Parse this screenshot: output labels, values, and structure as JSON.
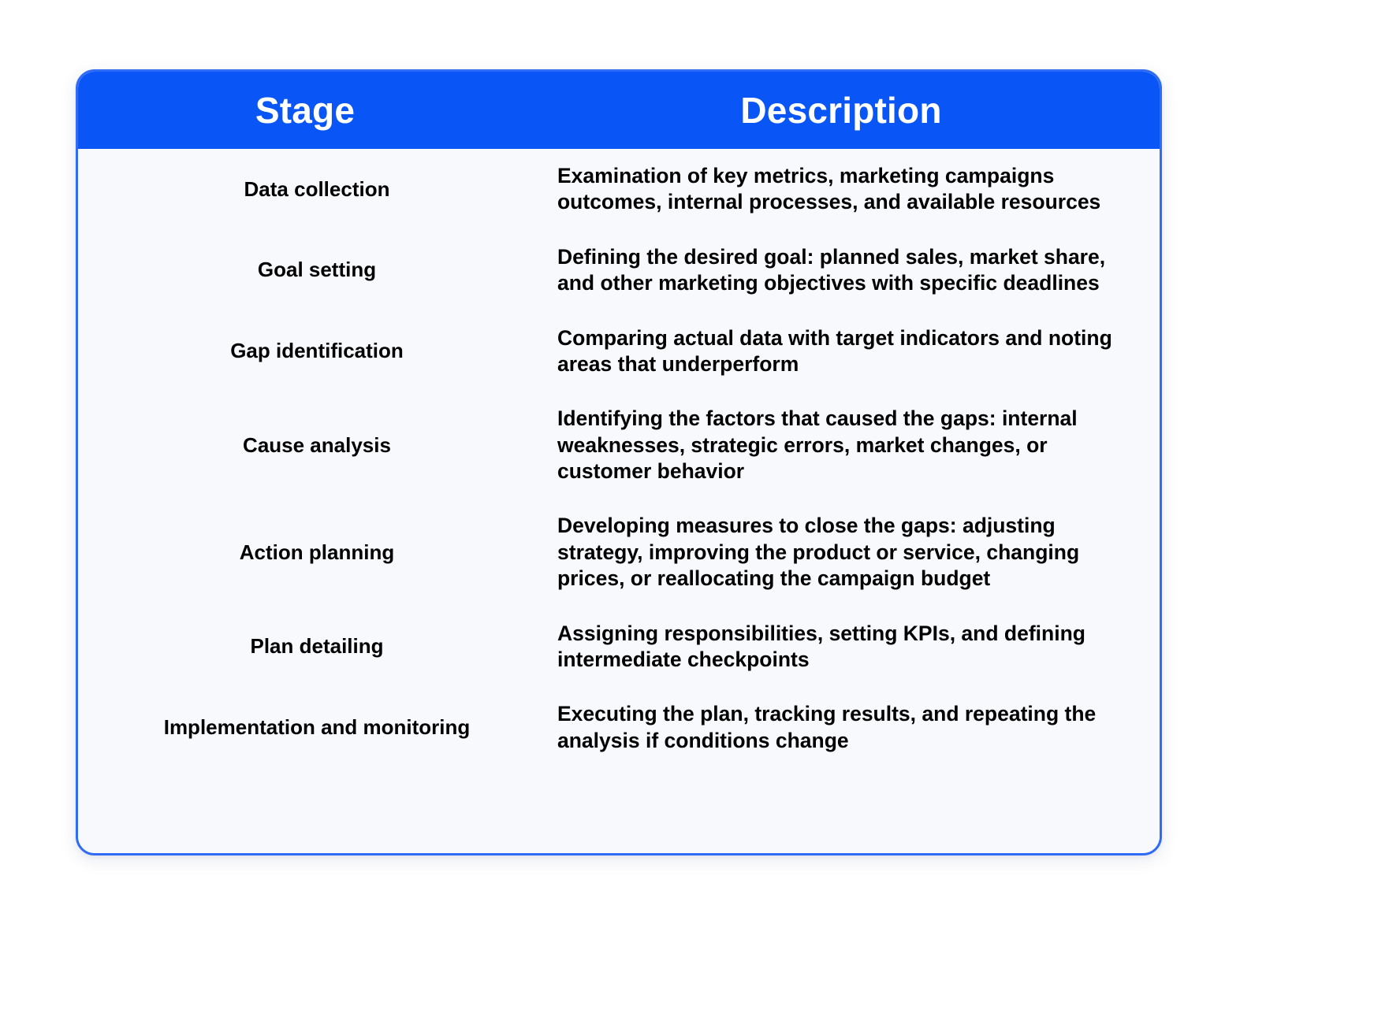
{
  "table": {
    "columns": [
      {
        "key": "stage",
        "label": "Stage"
      },
      {
        "key": "description",
        "label": "Description"
      }
    ],
    "header_bg": "#0a55f5",
    "header_text_color": "#ffffff",
    "body_bg": "#f7f9fd",
    "border_color": "#2f6bf5",
    "text_color": "#000000",
    "rows": [
      {
        "stage": "Data collection",
        "description": "Examination of key metrics, marketing campaigns outcomes, internal processes, and available resources"
      },
      {
        "stage": "Goal setting",
        "description": "Defining the desired goal: planned sales, market share, and other marketing objectives with specific deadlines"
      },
      {
        "stage": "Gap identification",
        "description": "Comparing actual data with target indicators and noting areas that underperform"
      },
      {
        "stage": "Cause analysis",
        "description": "Identifying the factors that caused the gaps: internal weaknesses, strategic errors, market changes, or customer behavior"
      },
      {
        "stage": "Action planning",
        "description": "Developing measures to close the gaps: adjusting strategy, improving the product or service, changing prices, or reallocating the campaign budget"
      },
      {
        "stage": "Plan detailing",
        "description": "Assigning responsibilities, setting KPIs, and defining intermediate checkpoints"
      },
      {
        "stage": "Implementation and monitoring",
        "description": "Executing the plan, tracking results, and repeating the analysis if conditions change"
      }
    ]
  }
}
